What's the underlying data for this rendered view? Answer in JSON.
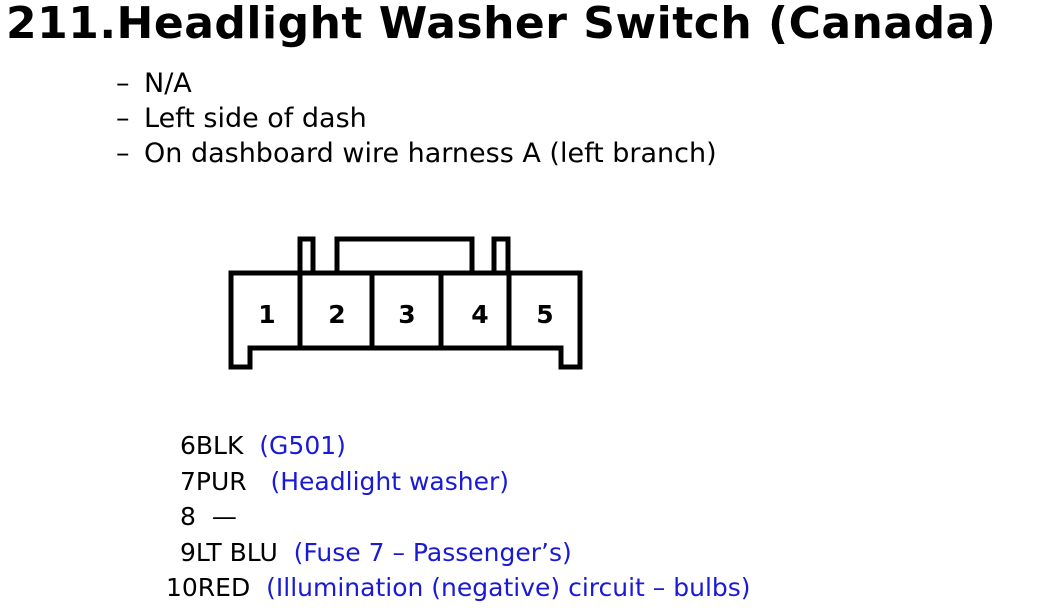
{
  "title": "211.Headlight Washer Switch (Canada)",
  "details": [
    "N/A",
    "Left side of dash",
    "On dashboard wire harness A (left branch)"
  ],
  "bullet_mark": "–",
  "connector": {
    "pins": [
      "1",
      "2",
      "3",
      "4",
      "5"
    ]
  },
  "wires": [
    {
      "code": "6BLK",
      "desc": "(G501)"
    },
    {
      "code": "7PUR",
      "desc": "(Headlight washer)"
    },
    {
      "code": "8",
      "desc": "—"
    },
    {
      "code": "9LT BLU",
      "desc": "(Fuse 7 – Passenger’s)"
    },
    {
      "code": "10RED",
      "desc": "(Illumination (negative) circuit – bulbs)"
    }
  ],
  "colors": {
    "text": "#000000",
    "description": "#1a1ad6"
  }
}
